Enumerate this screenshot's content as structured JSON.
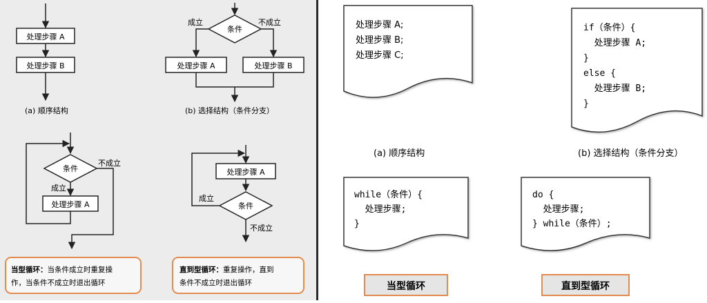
{
  "flowcharts": {
    "sequence": {
      "step_a": "处理步骤 A",
      "step_b": "处理步骤 B",
      "caption": "(a) 顺序结构"
    },
    "selection": {
      "condition": "条件",
      "true_label": "成立",
      "false_label": "不成立",
      "step_a": "处理步骤 A",
      "step_b": "处理步骤 B",
      "caption": "(b) 选择结构（条件分支）"
    },
    "while_loop": {
      "condition": "条件",
      "true_label": "成立",
      "false_label": "不成立",
      "step_a": "处理步骤 A",
      "note_title": "当型循环：",
      "note_line1": "当条件成立时重复操",
      "note_line2": "作，当条件不成立时退出循环"
    },
    "do_loop": {
      "step_a": "处理步骤 A",
      "condition": "条件",
      "true_label": "成立",
      "false_label": "不成立",
      "note_title": "直到型循环：",
      "note_line1": "重复操作，直到",
      "note_line2": "条件不成立时退出循环"
    }
  },
  "code_docs": {
    "sequence": {
      "lines": [
        "处理步骤 A;",
        "处理步骤 B;",
        "处理步骤 C;"
      ],
      "caption": "(a) 顺序结构"
    },
    "selection": {
      "lines": [
        "if（条件）{",
        "  处理步骤 A;",
        "}",
        "else {",
        "  处理步骤 B;",
        "}"
      ],
      "caption": "(b) 选择结构（条件分支）"
    },
    "while_loop": {
      "lines": [
        "while（条件）{",
        "  处理步骤;",
        "}"
      ],
      "label": "当型循环"
    },
    "do_loop": {
      "lines": [
        "do {",
        "  处理步骤;",
        "} while（条件）;"
      ],
      "label": "直到型循环"
    }
  },
  "colors": {
    "note_border": "#e38b4f",
    "label_bg": "#e5e5e5",
    "line": "#222222"
  }
}
